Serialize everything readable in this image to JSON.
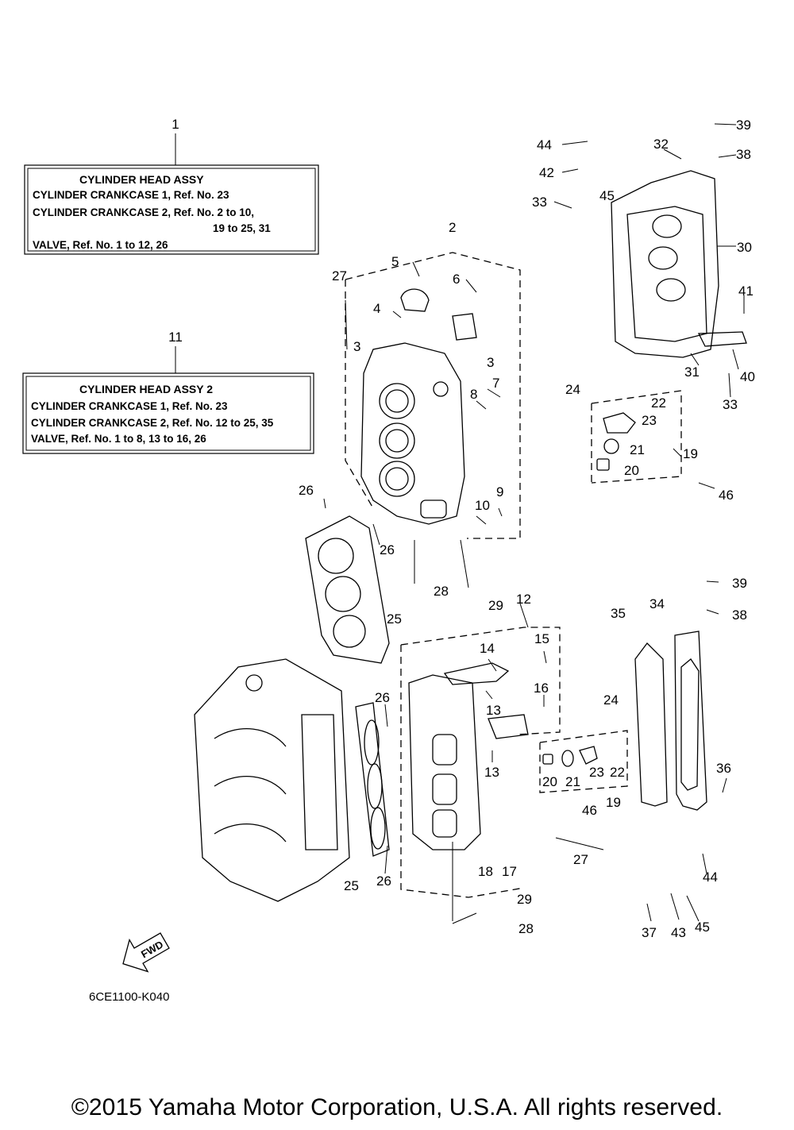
{
  "info_boxes": [
    {
      "ref": "1",
      "title": "CYLINDER HEAD ASSY",
      "lines": [
        "CYLINDER CRANKCASE 1,  Ref. No. 23",
        "CYLINDER CRANKCASE 2,  Ref. No. 2 to 10,",
        "19 to 25, 31",
        "VALVE,  Ref. No. 1 to 12, 26"
      ]
    },
    {
      "ref": "11",
      "title": "CYLINDER HEAD ASSY 2",
      "lines": [
        "CYLINDER CRANKCASE 1,  Ref. No. 23",
        "CYLINDER CRANKCASE 2,  Ref. No. 12 to 25, 35",
        "VALVE,  Ref. No. 1 to 8,  13 to 16, 26"
      ]
    }
  ],
  "callouts": {
    "c2": "2",
    "c3a": "3",
    "c3b": "3",
    "c4": "4",
    "c5": "5",
    "c6": "6",
    "c7": "7",
    "c8": "8",
    "c9": "9",
    "c10": "10",
    "c12": "12",
    "c13a": "13",
    "c13b": "13",
    "c14": "14",
    "c15": "15",
    "c16": "16",
    "c17": "17",
    "c18": "18",
    "c19a": "19",
    "c19b": "19",
    "c20a": "20",
    "c20b": "20",
    "c21a": "21",
    "c21b": "21",
    "c22a": "22",
    "c22b": "22",
    "c23a": "23",
    "c23b": "23",
    "c24a": "24",
    "c24b": "24",
    "c25a": "25",
    "c25b": "25",
    "c26a": "26",
    "c26b": "26",
    "c26c": "26",
    "c26d": "26",
    "c27a": "27",
    "c27b": "27",
    "c28a": "28",
    "c28b": "28",
    "c29a": "29",
    "c29b": "29",
    "c30": "30",
    "c31": "31",
    "c32": "32",
    "c33a": "33",
    "c33b": "33",
    "c34": "34",
    "c35": "35",
    "c36": "36",
    "c37": "37",
    "c38a": "38",
    "c38b": "38",
    "c39a": "39",
    "c39b": "39",
    "c40": "40",
    "c41": "41",
    "c42": "42",
    "c43": "43",
    "c44a": "44",
    "c44b": "44",
    "c45a": "45",
    "c45b": "45",
    "c46a": "46",
    "c46b": "46"
  },
  "fwd_label": "FWD",
  "diagram_code": "6CE1100-K040",
  "copyright": "©2015 Yamaha Motor Corporation, U.S.A. All rights reserved."
}
